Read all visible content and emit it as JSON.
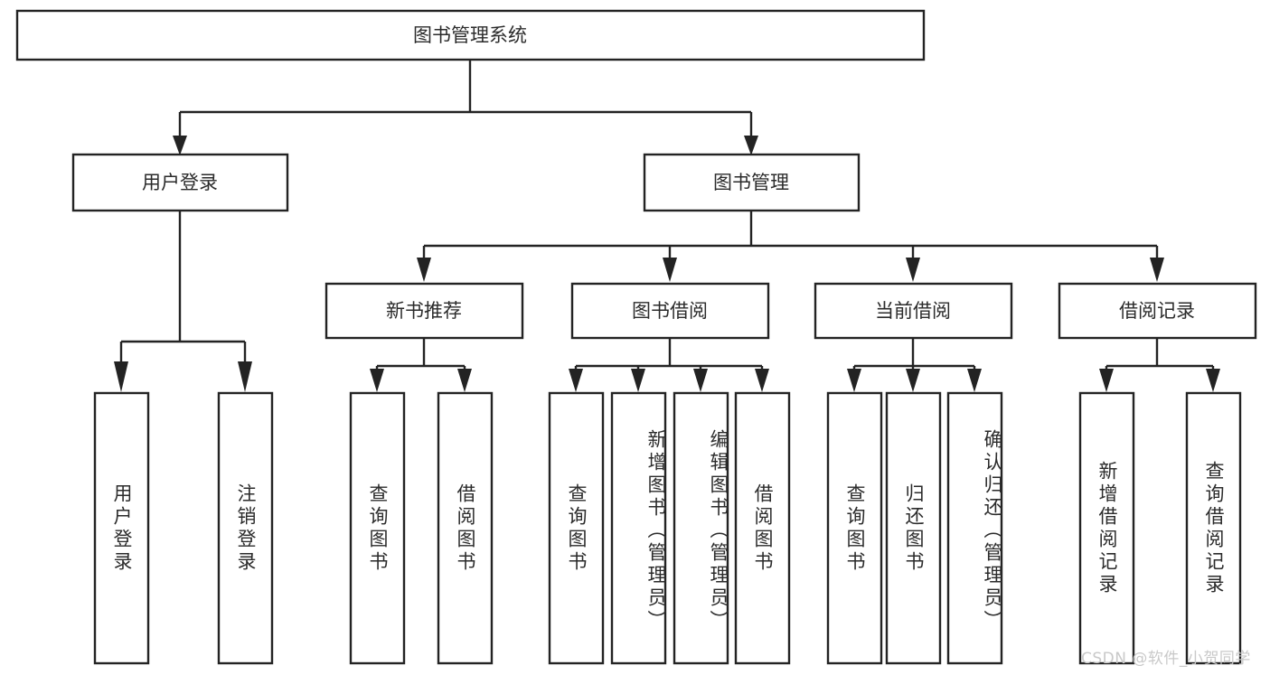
{
  "diagram": {
    "title": "图书管理系统",
    "type": "tree-hierarchy-chart",
    "colors": {
      "stroke": "#232323",
      "box_fill": "#ffffff",
      "text": "#2b2b2b",
      "background": "#ffffff",
      "watermark": "#c9c9c9"
    },
    "root": {
      "label": "图书管理系统"
    },
    "level2": [
      {
        "label": "用户登录"
      },
      {
        "label": "图书管理"
      }
    ],
    "level3": [
      {
        "label": "新书推荐"
      },
      {
        "label": "图书借阅"
      },
      {
        "label": "当前借阅"
      },
      {
        "label": "借阅记录"
      }
    ],
    "leaves": {
      "user_login": [
        {
          "label": "用户登录"
        },
        {
          "label": "注销登录"
        }
      ],
      "new_book_recommend": [
        {
          "label": "查询图书"
        },
        {
          "label": "借阅图书"
        }
      ],
      "book_borrow": [
        {
          "label": "查询图书"
        },
        {
          "label": "新增图书（管理员）"
        },
        {
          "label": "编辑图书（管理员）"
        },
        {
          "label": "借阅图书"
        }
      ],
      "current_borrow": [
        {
          "label": "查询图书"
        },
        {
          "label": "归还图书"
        },
        {
          "label": "确认归还（管理员）"
        }
      ],
      "borrow_record": [
        {
          "label": "新增借阅记录"
        },
        {
          "label": "查询借阅记录"
        }
      ]
    }
  },
  "watermark": {
    "text": "CSDN @软件_小贺同学"
  }
}
